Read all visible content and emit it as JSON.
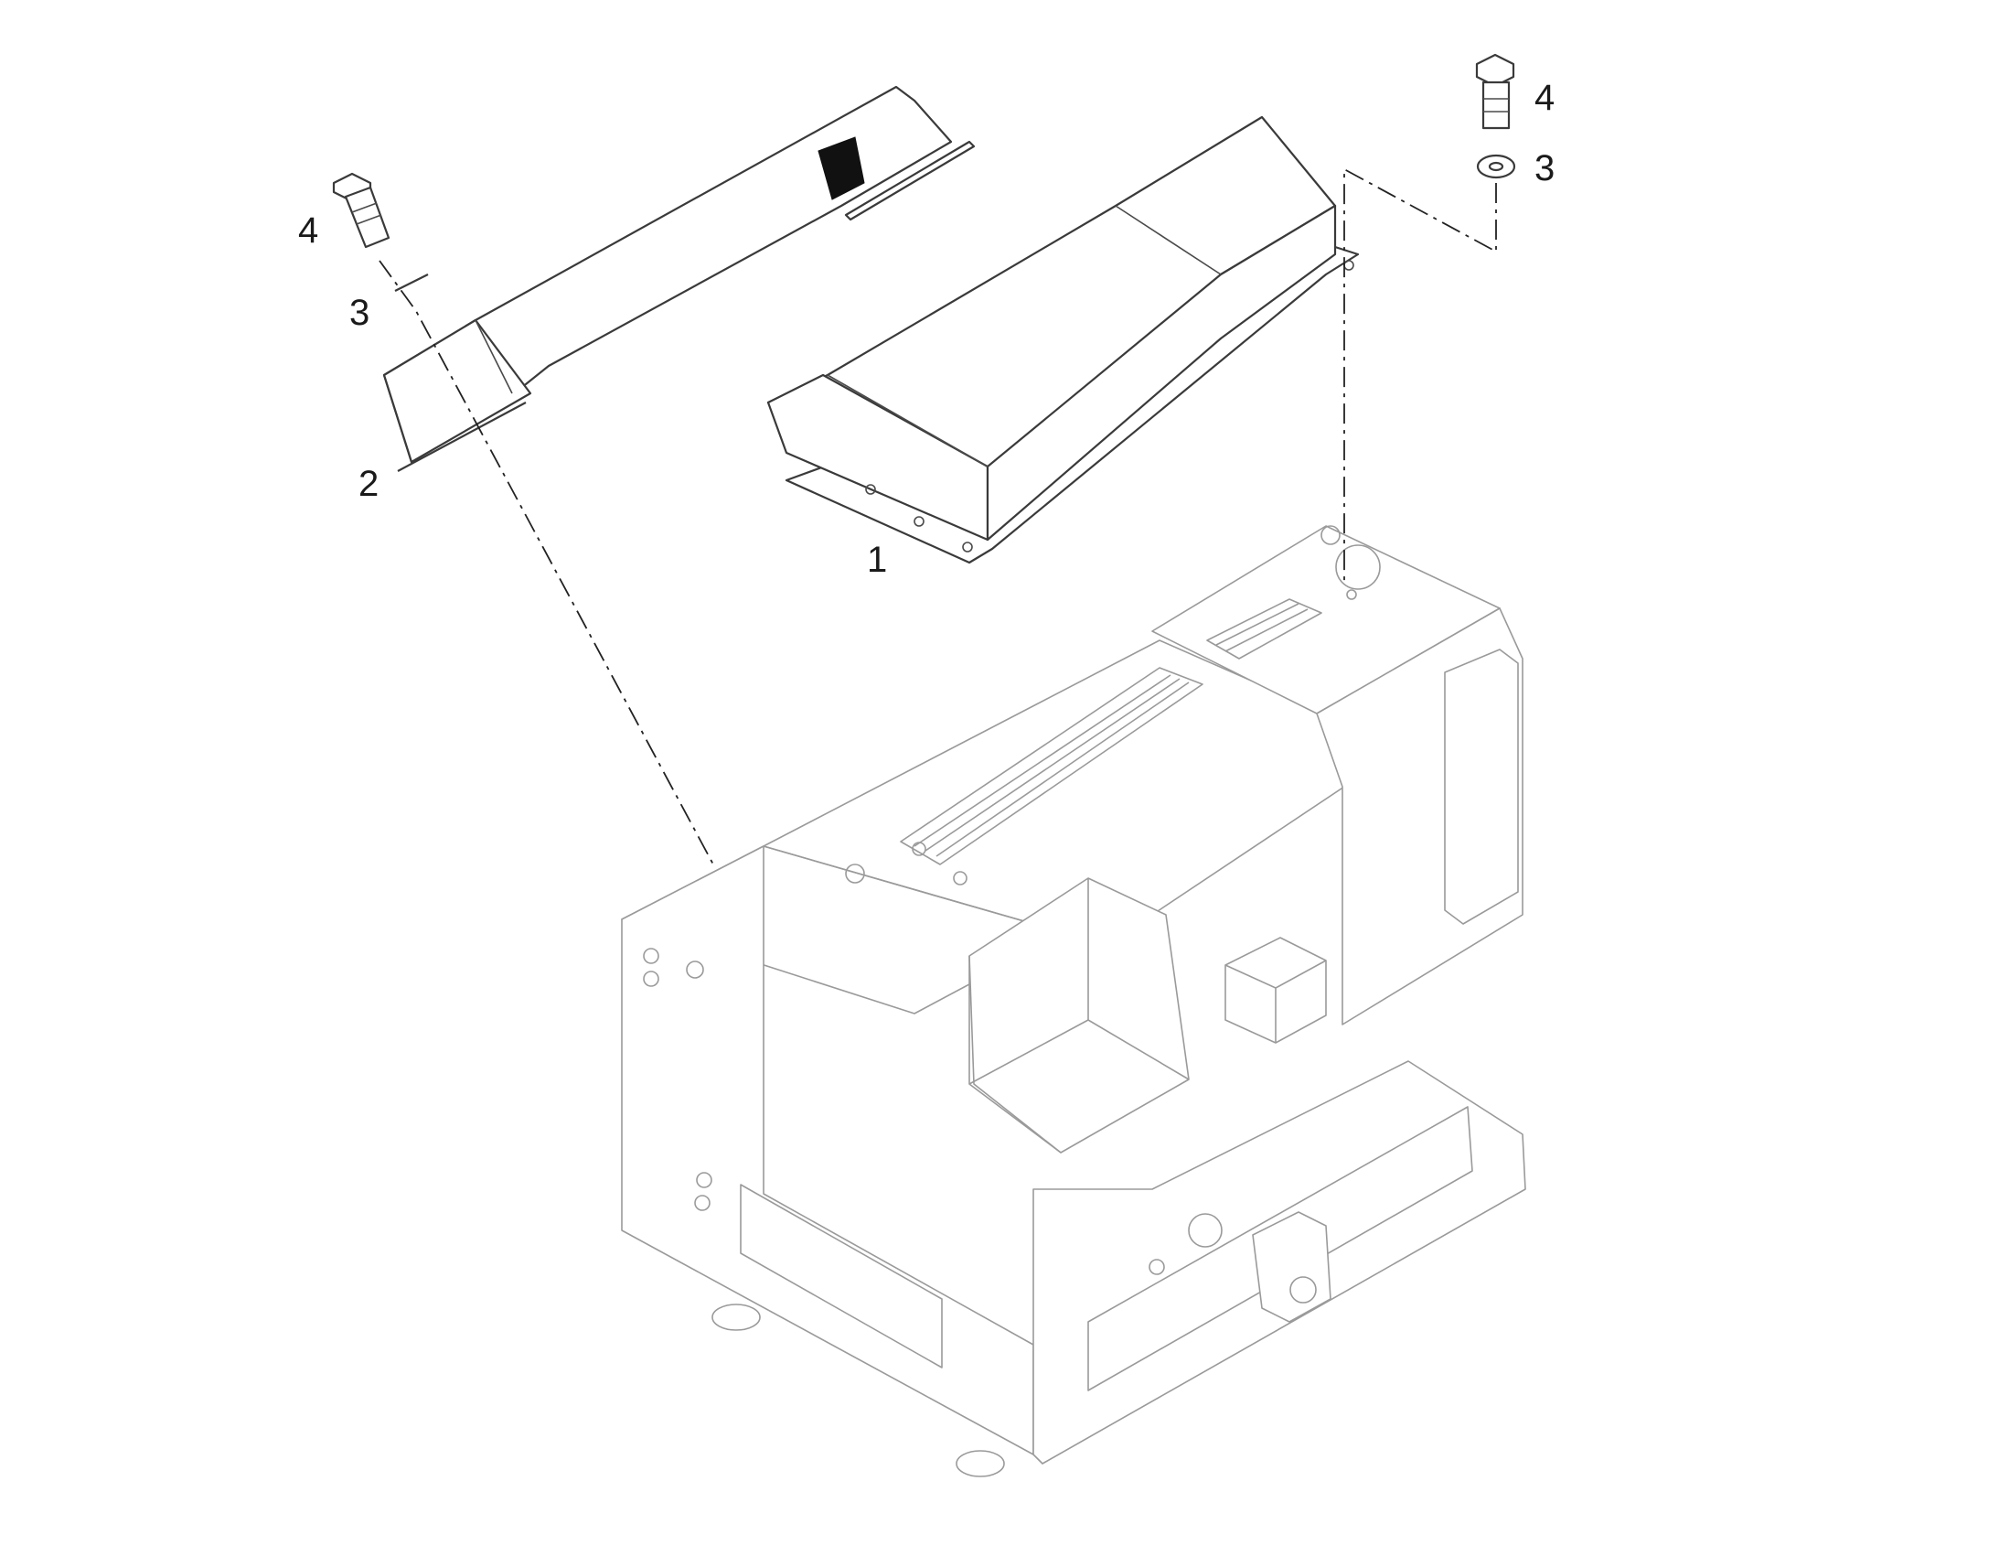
{
  "callouts": {
    "cover_1": "1",
    "bracket_2": "2",
    "washer_left_3": "3",
    "bolt_left_4": "4",
    "washer_right_3": "3",
    "bolt_right_4": "4"
  },
  "colors": {
    "part_stroke": "#3a3a3a",
    "frame_stroke": "#9a9a9a",
    "leader": "#222222"
  }
}
